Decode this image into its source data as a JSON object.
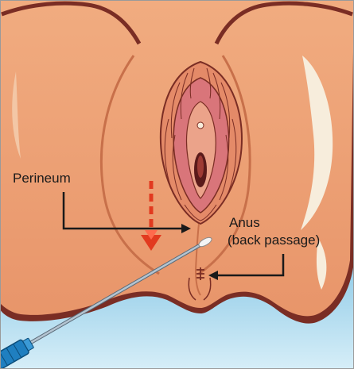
{
  "labels": {
    "perineum": "Perineum",
    "anus_line1": "Anus",
    "anus_line2": "(back passage)"
  },
  "colors": {
    "background_top": "#1d86c4",
    "background_bottom": "#cfeaf6",
    "skin": "#efa476",
    "skin_shadow": "#c8704a",
    "outline": "#7a2d24",
    "vulva_inner": "#d9757a",
    "highlight": "#f7eddc",
    "callout_arrow": "#1a1a1a",
    "direction_arrow": "#e23a1f",
    "instrument_shaft": "#9fb4c4",
    "instrument_handle": "#1f7fc0"
  },
  "icons": {
    "direction": "dashed-down-arrow-icon",
    "instrument": "swab-probe-icon",
    "suture": "stitch-mark-icon"
  }
}
